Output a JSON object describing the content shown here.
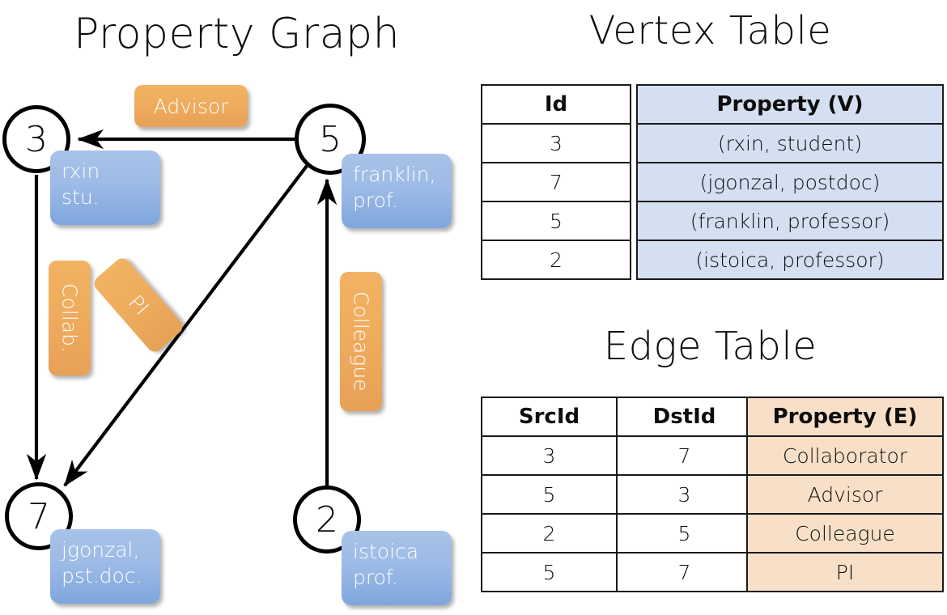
{
  "titles": {
    "property_graph": "Property Graph",
    "vertex_table": "Vertex Table",
    "edge_table": "Edge Table"
  },
  "graph": {
    "nodes": [
      {
        "id": "3",
        "label": "3",
        "property_lines": [
          "rxin",
          "stu."
        ]
      },
      {
        "id": "5",
        "label": "5",
        "property_lines": [
          "franklin,",
          "prof."
        ]
      },
      {
        "id": "7",
        "label": "7",
        "property_lines": [
          "jgonzal,",
          "pst.doc."
        ]
      },
      {
        "id": "2",
        "label": "2",
        "property_lines": [
          "istoica",
          "prof."
        ]
      }
    ],
    "edge_labels": [
      {
        "name": "advisor",
        "text": "Advisor"
      },
      {
        "name": "collab",
        "text": "Collab."
      },
      {
        "name": "pi",
        "text": "PI"
      },
      {
        "name": "colleague",
        "text": "Colleague"
      }
    ],
    "edges": [
      {
        "from": "5",
        "to": "3",
        "label": "Advisor"
      },
      {
        "from": "3",
        "to": "7",
        "label": "Collab."
      },
      {
        "from": "5",
        "to": "7",
        "label": "PI"
      },
      {
        "from": "2",
        "to": "5",
        "label": "Colleague"
      }
    ]
  },
  "vertex_table": {
    "headers": {
      "id": "Id",
      "property": "Property (V)"
    },
    "rows": [
      {
        "id": "3",
        "property": "(rxin, student)"
      },
      {
        "id": "7",
        "property": "(jgonzal, postdoc)"
      },
      {
        "id": "5",
        "property": "(franklin, professor)"
      },
      {
        "id": "2",
        "property": "(istoica, professor)"
      }
    ]
  },
  "edge_table": {
    "headers": {
      "src": "SrcId",
      "dst": "DstId",
      "property": "Property (E)"
    },
    "rows": [
      {
        "src": "3",
        "dst": "7",
        "property": "Collaborator"
      },
      {
        "src": "5",
        "dst": "3",
        "property": "Advisor"
      },
      {
        "src": "2",
        "dst": "5",
        "property": "Colleague"
      },
      {
        "src": "5",
        "dst": "7",
        "property": "PI"
      }
    ]
  },
  "colors": {
    "vertex_cell": "#d4dff1",
    "edge_cell": "#f8e0c8",
    "vertex_callout": "#8fb0e3",
    "edge_callout": "#eead5e",
    "stroke": "#000000"
  }
}
